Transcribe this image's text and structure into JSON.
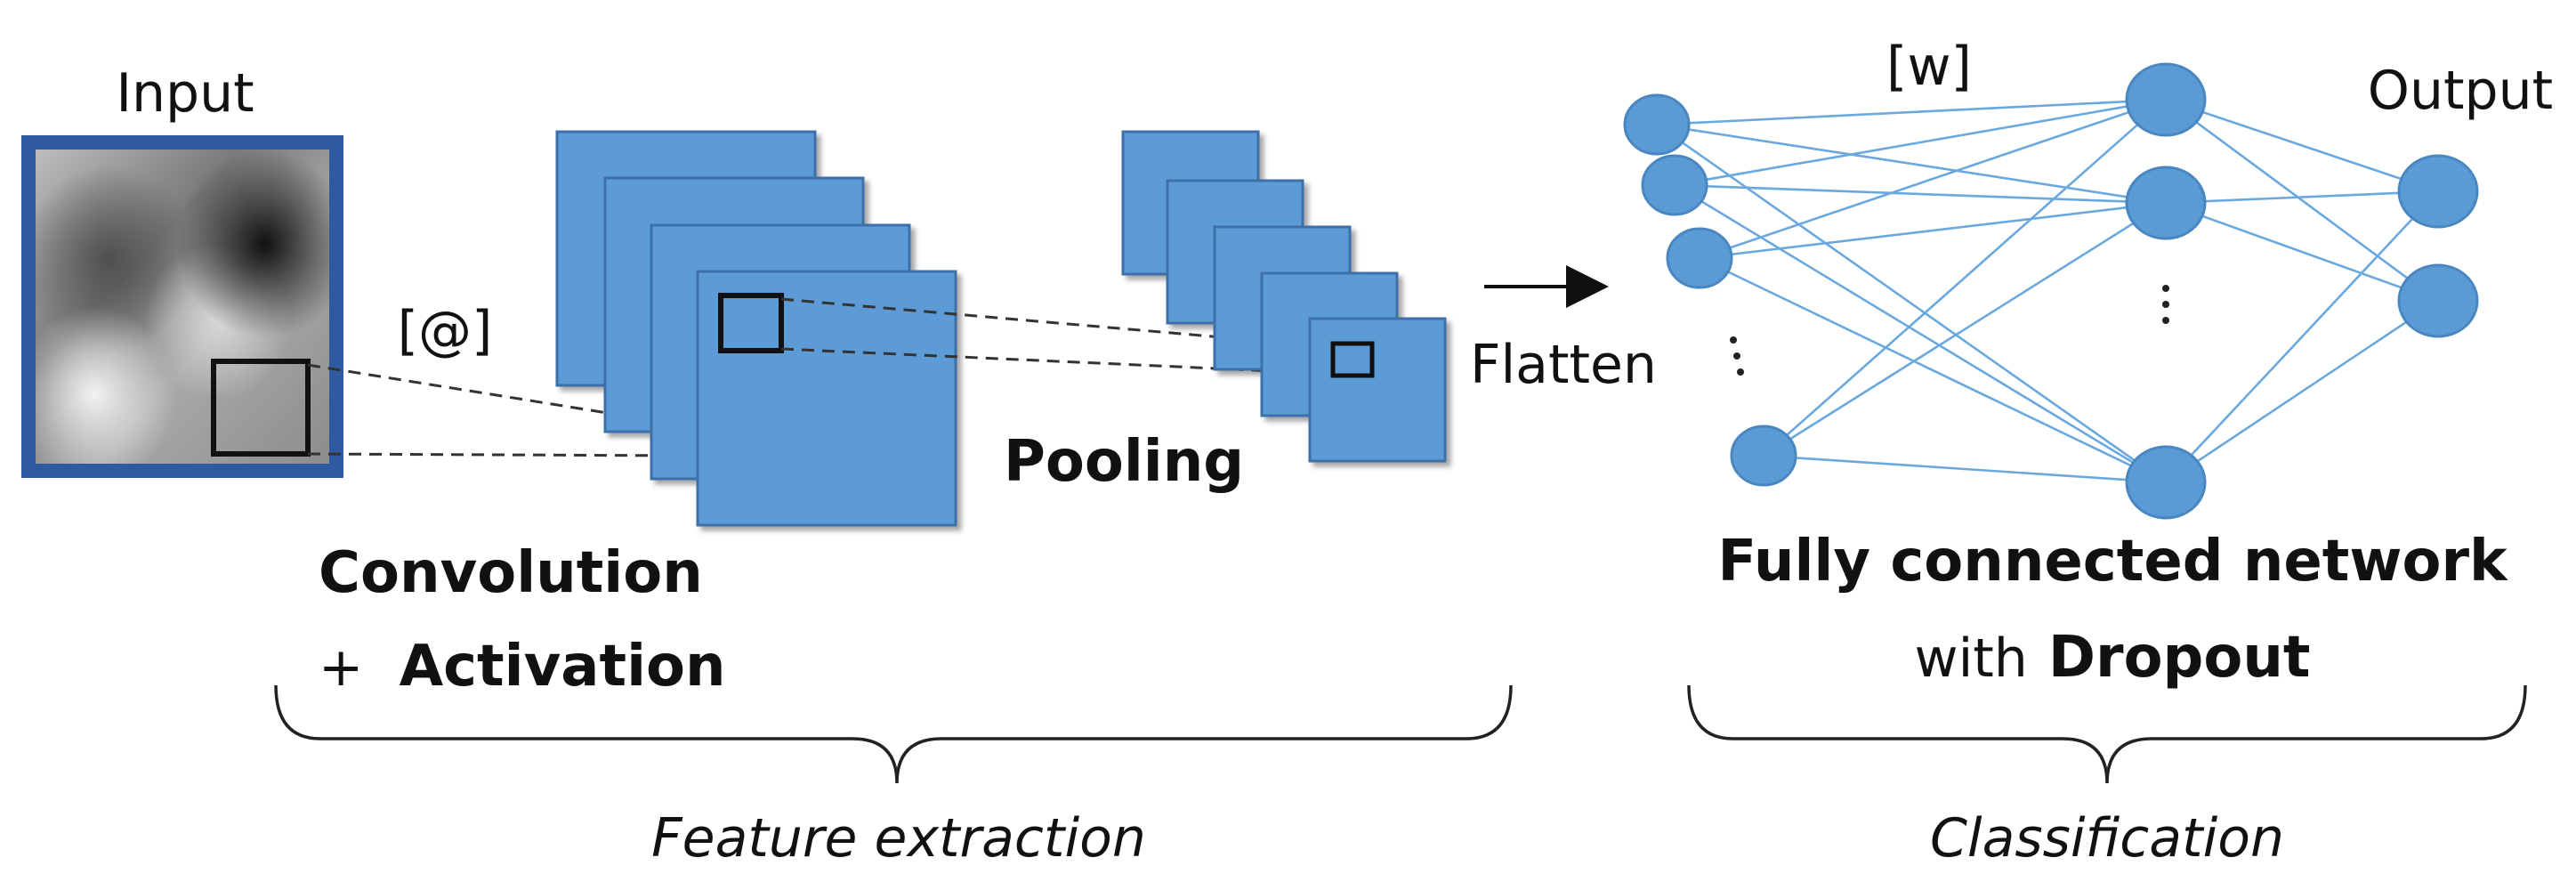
{
  "labels": {
    "input": "Input",
    "conv_param": "[@]",
    "convolution": "Convolution",
    "activation_plus": "+",
    "activation": "Activation",
    "pooling": "Pooling",
    "flatten": "Flatten",
    "weights": "[w]",
    "output": "Output",
    "fc_line1": "Fully connected network",
    "fc_with": "with",
    "fc_dropout": "Dropout",
    "feature_extraction": "Feature extraction",
    "classification": "Classification"
  },
  "colors": {
    "feature_map_fill": "#5b9bd5",
    "input_frame": "#2d5aa0",
    "connection_line": "#6aa8de",
    "text": "#111111"
  },
  "network": {
    "layers": [
      {
        "name": "input-layer",
        "visible_nodes": 4,
        "ellipsis": true
      },
      {
        "name": "hidden-layer",
        "visible_nodes": 3,
        "ellipsis": true
      },
      {
        "name": "output-layer",
        "visible_nodes": 2,
        "ellipsis": false
      }
    ]
  }
}
